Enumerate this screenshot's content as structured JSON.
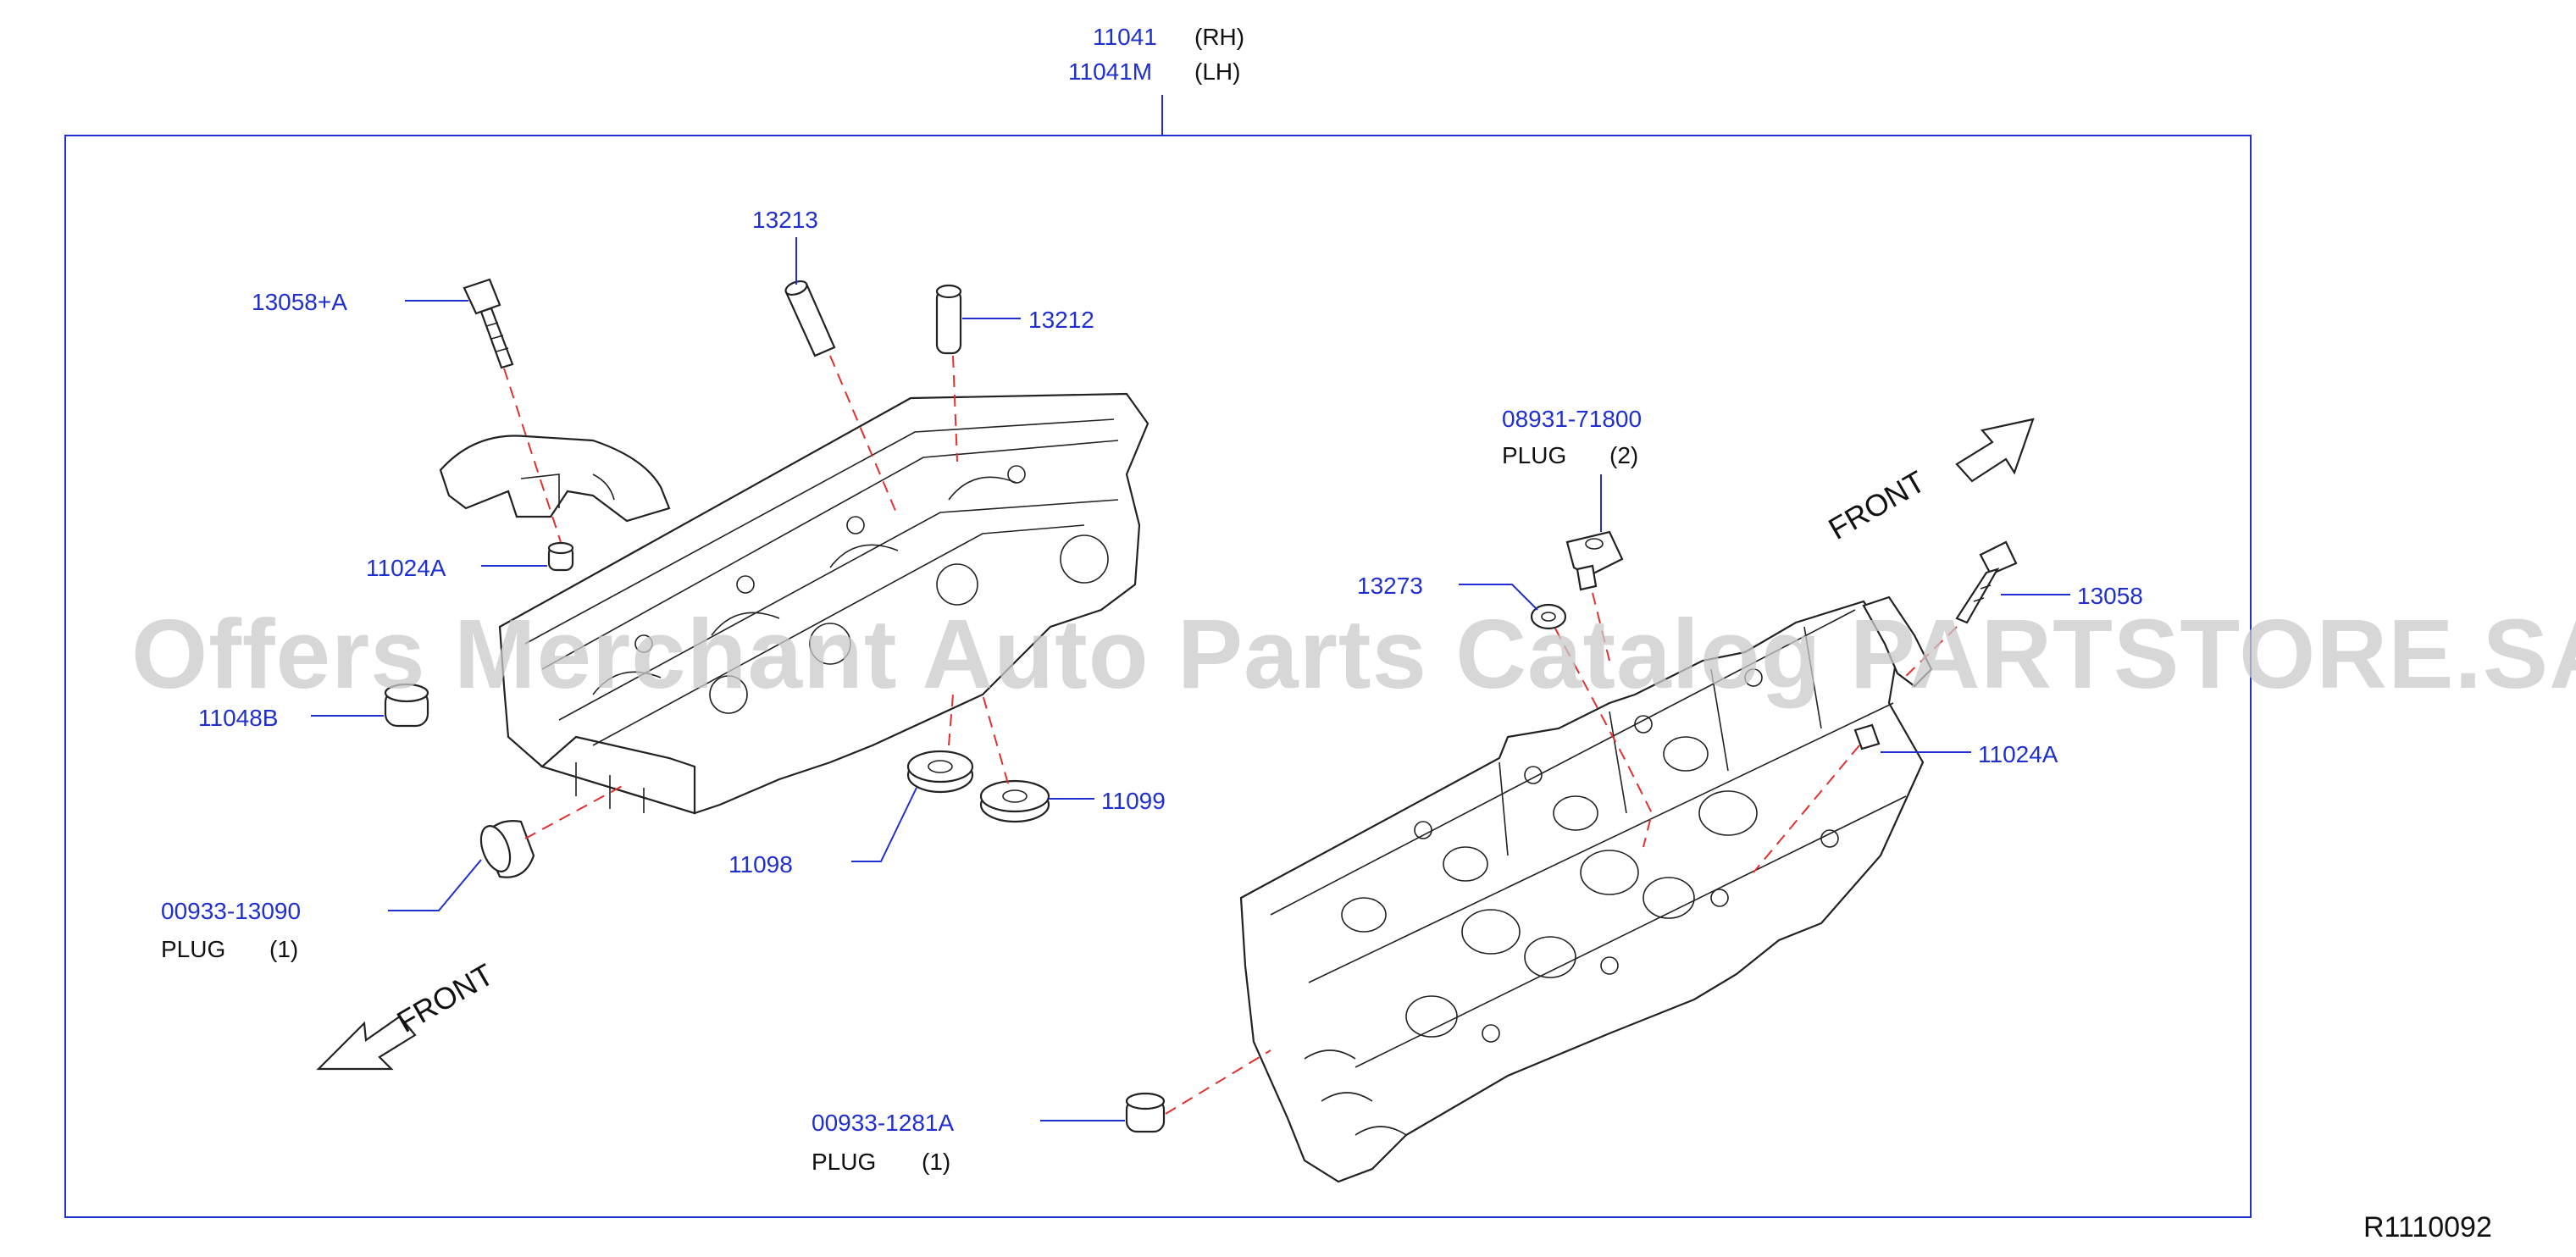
{
  "header": {
    "parts": [
      {
        "number": "11041",
        "side": "(RH)"
      },
      {
        "number": "11041M",
        "side": "(LH)"
      }
    ]
  },
  "callouts": {
    "c13058A": {
      "number": "13058+A"
    },
    "c13213": {
      "number": "13213"
    },
    "c13212": {
      "number": "13212"
    },
    "c11024A_left": {
      "number": "11024A"
    },
    "c11048B": {
      "number": "11048B"
    },
    "c11099": {
      "number": "11099"
    },
    "c11098": {
      "number": "11098"
    },
    "c00933_13090": {
      "number": "00933-13090",
      "label": "PLUG",
      "qty": "(1)"
    },
    "c08931_71800": {
      "number": "08931-71800",
      "label": "PLUG",
      "qty": "(2)"
    },
    "c13273": {
      "number": "13273"
    },
    "c13058": {
      "number": "13058"
    },
    "c11024A_right": {
      "number": "11024A"
    },
    "c00933_1281A": {
      "number": "00933-1281A",
      "label": "PLUG",
      "qty": "(1)"
    }
  },
  "front_labels": {
    "left": "FRONT",
    "right": "FRONT"
  },
  "reference_id": "R1110092",
  "watermark": "Offers Merchant Auto Parts Catalog PARTSTORE.SA",
  "colors": {
    "part_number": "#1f2fd0",
    "dash_line": "#e03030",
    "frame": "#1f2fd0",
    "watermark": "#c9c9c9"
  }
}
